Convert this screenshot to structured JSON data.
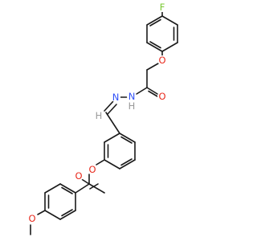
{
  "colors": {
    "background": "#ffffff",
    "bond": "#1a1a1a",
    "O": "#e8291c",
    "N": "#3050f8",
    "F": "#79c832",
    "H": "#9a9a9a"
  },
  "atoms": [
    {
      "id": "F",
      "label": "F",
      "element": "F"
    },
    {
      "id": "O1",
      "label": "O",
      "element": "O"
    },
    {
      "id": "O2",
      "label": "O",
      "element": "O"
    },
    {
      "id": "N1",
      "label": "N",
      "element": "N"
    },
    {
      "id": "H1",
      "label": "H",
      "element": "H"
    },
    {
      "id": "N2",
      "label": "N",
      "element": "N"
    },
    {
      "id": "H2",
      "label": "H",
      "element": "H"
    },
    {
      "id": "O3",
      "label": "O",
      "element": "O"
    },
    {
      "id": "O4",
      "label": "O",
      "element": "O"
    },
    {
      "id": "O5",
      "label": "O",
      "element": "O"
    }
  ]
}
